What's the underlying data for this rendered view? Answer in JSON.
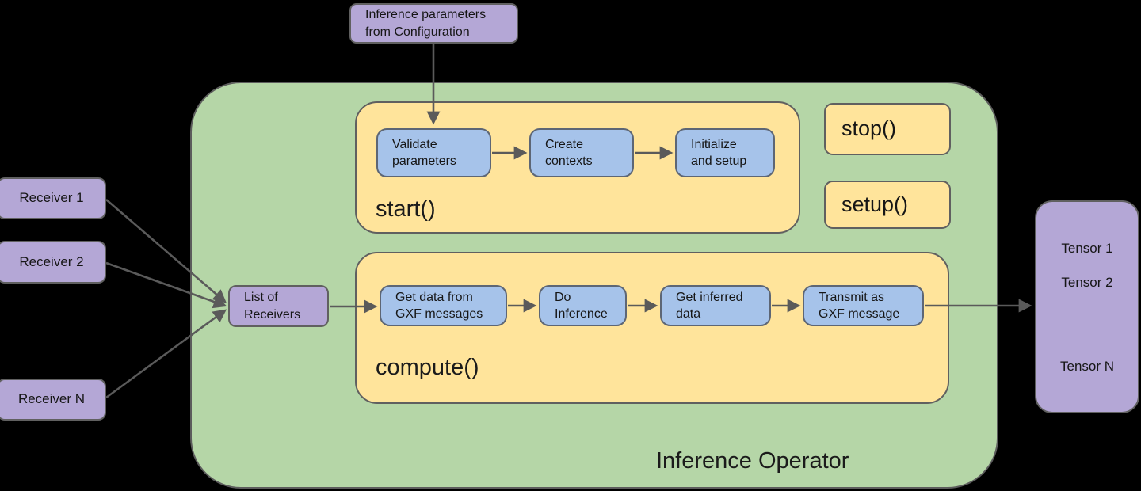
{
  "diagram_title": "Inference Operator",
  "colors": {
    "background": "#000000",
    "operator_fill": "#b5d6a7",
    "method_fill": "#ffe49b",
    "step_fill": "#a6c3ea",
    "io_fill": "#b4a7d6",
    "arrow": "#5a5a5a"
  },
  "external": {
    "config_box": {
      "label": "Inference parameters\nfrom Configuration"
    },
    "receivers": [
      {
        "label": "Receiver 1"
      },
      {
        "label": "Receiver 2"
      },
      {
        "label": "Receiver N"
      }
    ],
    "tensor_box": {
      "items": [
        "Tensor 1",
        "Tensor 2",
        "Tensor N"
      ]
    }
  },
  "list_of_receivers": {
    "label": "List of\nReceivers"
  },
  "methods": {
    "start": {
      "label": "start()",
      "steps": [
        "Validate\nparameters",
        "Create\ncontexts",
        "Initialize\nand setup"
      ]
    },
    "stop": {
      "label": "stop()"
    },
    "setup": {
      "label": "setup()"
    },
    "compute": {
      "label": "compute()",
      "steps": [
        "Get data from\nGXF messages",
        "Do\nInference",
        "Get inferred\ndata",
        "Transmit as\nGXF message"
      ]
    }
  }
}
